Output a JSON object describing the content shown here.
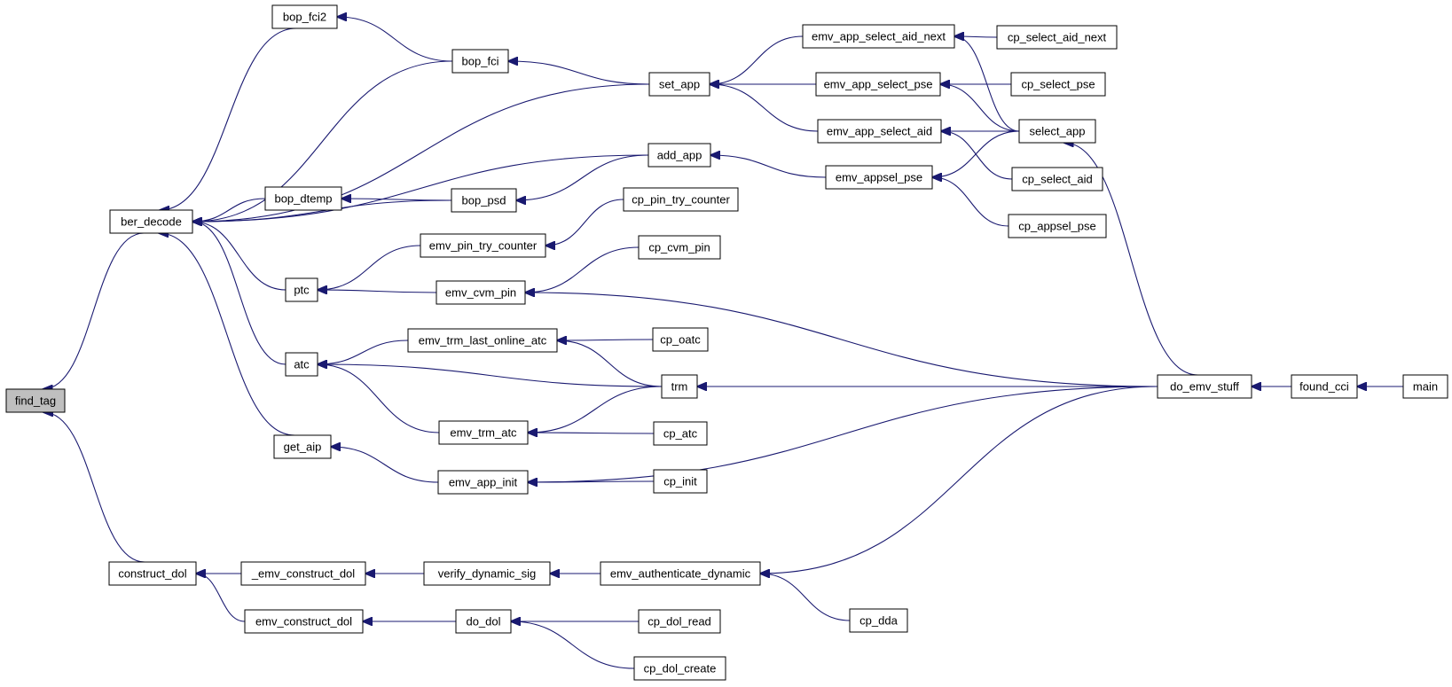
{
  "colors": {
    "edge": "#191970",
    "highlight": "#bfbfbf",
    "box": "#ffffff",
    "border": "#000000"
  },
  "nodes": [
    {
      "id": "find_tag",
      "label": "find_tag",
      "highlight": true
    },
    {
      "id": "ber_decode",
      "label": "ber_decode"
    },
    {
      "id": "construct_dol",
      "label": "construct_dol"
    },
    {
      "id": "bop_fci2",
      "label": "bop_fci2"
    },
    {
      "id": "bop_fci",
      "label": "bop_fci"
    },
    {
      "id": "set_app",
      "label": "set_app"
    },
    {
      "id": "add_app",
      "label": "add_app"
    },
    {
      "id": "bop_dtemp",
      "label": "bop_dtemp"
    },
    {
      "id": "bop_psd",
      "label": "bop_psd"
    },
    {
      "id": "ptc",
      "label": "ptc"
    },
    {
      "id": "atc",
      "label": "atc"
    },
    {
      "id": "get_aip",
      "label": "get_aip"
    },
    {
      "id": "emv_pin_try_counter",
      "label": "emv_pin_try_counter"
    },
    {
      "id": "emv_cvm_pin",
      "label": "emv_cvm_pin"
    },
    {
      "id": "emv_trm_last_online_atc",
      "label": "emv_trm_last_online_atc"
    },
    {
      "id": "emv_trm_atc",
      "label": "emv_trm_atc"
    },
    {
      "id": "emv_app_init",
      "label": "emv_app_init"
    },
    {
      "id": "_emv_construct_dol",
      "label": "_emv_construct_dol"
    },
    {
      "id": "emv_construct_dol",
      "label": "emv_construct_dol"
    },
    {
      "id": "verify_dynamic_sig",
      "label": "verify_dynamic_sig"
    },
    {
      "id": "do_dol",
      "label": "do_dol"
    },
    {
      "id": "emv_app_select_aid_next",
      "label": "emv_app_select_aid_next"
    },
    {
      "id": "emv_app_select_pse",
      "label": "emv_app_select_pse"
    },
    {
      "id": "emv_app_select_aid",
      "label": "emv_app_select_aid"
    },
    {
      "id": "emv_appsel_pse",
      "label": "emv_appsel_pse"
    },
    {
      "id": "cp_pin_try_counter",
      "label": "cp_pin_try_counter"
    },
    {
      "id": "cp_cvm_pin",
      "label": "cp_cvm_pin"
    },
    {
      "id": "cp_oatc",
      "label": "cp_oatc"
    },
    {
      "id": "trm",
      "label": "trm"
    },
    {
      "id": "cp_atc",
      "label": "cp_atc"
    },
    {
      "id": "cp_init",
      "label": "cp_init"
    },
    {
      "id": "emv_authenticate_dynamic",
      "label": "emv_authenticate_dynamic"
    },
    {
      "id": "cp_dol_read",
      "label": "cp_dol_read"
    },
    {
      "id": "cp_dol_create",
      "label": "cp_dol_create"
    },
    {
      "id": "cp_dda",
      "label": "cp_dda"
    },
    {
      "id": "cp_select_aid_next",
      "label": "cp_select_aid_next"
    },
    {
      "id": "cp_select_pse",
      "label": "cp_select_pse"
    },
    {
      "id": "select_app",
      "label": "select_app"
    },
    {
      "id": "cp_select_aid",
      "label": "cp_select_aid"
    },
    {
      "id": "cp_appsel_pse",
      "label": "cp_appsel_pse"
    },
    {
      "id": "do_emv_stuff",
      "label": "do_emv_stuff"
    },
    {
      "id": "found_cci",
      "label": "found_cci"
    },
    {
      "id": "main",
      "label": "main"
    }
  ],
  "edges": [
    {
      "from": "ber_decode",
      "to": "find_tag"
    },
    {
      "from": "construct_dol",
      "to": "find_tag"
    },
    {
      "from": "bop_fci2",
      "to": "ber_decode"
    },
    {
      "from": "bop_fci",
      "to": "ber_decode"
    },
    {
      "from": "set_app",
      "to": "ber_decode"
    },
    {
      "from": "add_app",
      "to": "ber_decode"
    },
    {
      "from": "bop_dtemp",
      "to": "ber_decode"
    },
    {
      "from": "bop_psd",
      "to": "ber_decode"
    },
    {
      "from": "ptc",
      "to": "ber_decode"
    },
    {
      "from": "atc",
      "to": "ber_decode"
    },
    {
      "from": "get_aip",
      "to": "ber_decode"
    },
    {
      "from": "bop_fci",
      "to": "bop_fci2"
    },
    {
      "from": "set_app",
      "to": "bop_fci"
    },
    {
      "from": "emv_app_select_aid_next",
      "to": "set_app"
    },
    {
      "from": "emv_app_select_pse",
      "to": "set_app"
    },
    {
      "from": "emv_app_select_aid",
      "to": "set_app"
    },
    {
      "from": "cp_select_aid_next",
      "to": "emv_app_select_aid_next"
    },
    {
      "from": "select_app",
      "to": "emv_app_select_aid_next"
    },
    {
      "from": "cp_select_pse",
      "to": "emv_app_select_pse"
    },
    {
      "from": "select_app",
      "to": "emv_app_select_pse"
    },
    {
      "from": "select_app",
      "to": "emv_app_select_aid"
    },
    {
      "from": "cp_select_aid",
      "to": "emv_app_select_aid"
    },
    {
      "from": "emv_appsel_pse",
      "to": "add_app"
    },
    {
      "from": "select_app",
      "to": "emv_appsel_pse"
    },
    {
      "from": "cp_appsel_pse",
      "to": "emv_appsel_pse"
    },
    {
      "from": "do_emv_stuff",
      "to": "select_app"
    },
    {
      "from": "bop_psd",
      "to": "bop_dtemp"
    },
    {
      "from": "add_app",
      "to": "bop_psd"
    },
    {
      "from": "emv_pin_try_counter",
      "to": "ptc"
    },
    {
      "from": "emv_cvm_pin",
      "to": "ptc"
    },
    {
      "from": "cp_pin_try_counter",
      "to": "emv_pin_try_counter"
    },
    {
      "from": "cp_cvm_pin",
      "to": "emv_cvm_pin"
    },
    {
      "from": "do_emv_stuff",
      "to": "emv_cvm_pin"
    },
    {
      "from": "emv_trm_last_online_atc",
      "to": "atc"
    },
    {
      "from": "trm",
      "to": "atc"
    },
    {
      "from": "emv_trm_atc",
      "to": "atc"
    },
    {
      "from": "cp_oatc",
      "to": "emv_trm_last_online_atc"
    },
    {
      "from": "trm",
      "to": "emv_trm_last_online_atc"
    },
    {
      "from": "trm",
      "to": "emv_trm_atc"
    },
    {
      "from": "cp_atc",
      "to": "emv_trm_atc"
    },
    {
      "from": "do_emv_stuff",
      "to": "trm"
    },
    {
      "from": "emv_app_init",
      "to": "get_aip"
    },
    {
      "from": "cp_init",
      "to": "emv_app_init"
    },
    {
      "from": "do_emv_stuff",
      "to": "emv_app_init"
    },
    {
      "from": "found_cci",
      "to": "do_emv_stuff"
    },
    {
      "from": "main",
      "to": "found_cci"
    },
    {
      "from": "_emv_construct_dol",
      "to": "construct_dol"
    },
    {
      "from": "emv_construct_dol",
      "to": "construct_dol"
    },
    {
      "from": "verify_dynamic_sig",
      "to": "_emv_construct_dol"
    },
    {
      "from": "emv_authenticate_dynamic",
      "to": "verify_dynamic_sig"
    },
    {
      "from": "cp_dda",
      "to": "emv_authenticate_dynamic"
    },
    {
      "from": "do_emv_stuff",
      "to": "emv_authenticate_dynamic"
    },
    {
      "from": "do_dol",
      "to": "emv_construct_dol"
    },
    {
      "from": "cp_dol_read",
      "to": "do_dol"
    },
    {
      "from": "cp_dol_create",
      "to": "do_dol"
    }
  ]
}
